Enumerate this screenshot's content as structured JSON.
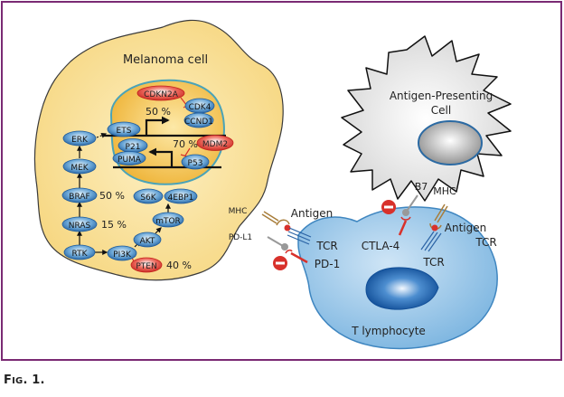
{
  "figure": {
    "caption_prefix": "F",
    "caption_smallcaps": "IG",
    "caption_suffix": ". 1.",
    "colors": {
      "frame": "#7a2a73",
      "melanoma_fill": "#f7d98a",
      "nucleus_fill": "#f0b93c",
      "nucleus_ring": "#4aa3b8",
      "protein_blue": "#3f7fbf",
      "protein_red": "#d8312b",
      "tcell_fill": "#8ec0e4",
      "tcell_nucleus": "#1f5fa6",
      "apc_fill": "#e6e6e6"
    }
  },
  "melanoma": {
    "title": "Melanoma cell",
    "nucleus_proteins": {
      "cdkn2a": "CDKN2A",
      "cdk4": "CDK4",
      "ccnd1": "CCND1",
      "ets": "ETS",
      "p21": "P21",
      "puma": "PUMA",
      "mdm2": "MDM2",
      "p53": "P53"
    },
    "nucleus_percent_cdkn2a": "50 %",
    "nucleus_percent_mdm2": "70 %",
    "pathway": {
      "erk": "ERK",
      "mek": "MEK",
      "braf": "BRAF",
      "nras": "NRAS",
      "rtk": "RTK",
      "pi3k": "PI3K",
      "akt": "AKT",
      "mtor": "mTOR",
      "s6k": "S6K",
      "4ebp1": "4EBP1",
      "pten": "PTEN"
    },
    "percent_braf": "50 %",
    "percent_nras": "15 %",
    "percent_pten": "40 %",
    "mhc_label": "MHC",
    "pdl1_label": "PD-L1"
  },
  "synapse_left": {
    "antigen": "Antigen",
    "tcr": "TCR",
    "pd1": "PD-1"
  },
  "apc": {
    "title_line1": "Antigen-Presenting",
    "title_line2": "Cell",
    "b7": "B7",
    "mhc": "MHC",
    "antigen": "Antigen",
    "tcr": "TCR"
  },
  "tcell": {
    "title": "T lymphocyte",
    "ctla4": "CTLA-4",
    "tcr": "TCR"
  }
}
